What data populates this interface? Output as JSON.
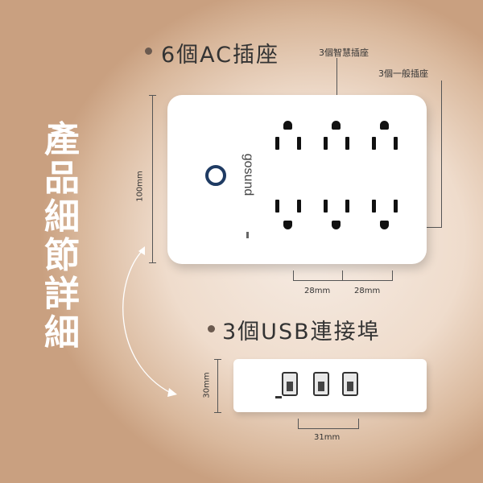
{
  "side_title": [
    "產",
    "品",
    "細",
    "節",
    "詳",
    "細"
  ],
  "features": {
    "ac_outlets": "6個AC插座",
    "usb_ports": "3個USB連接埠"
  },
  "callouts": {
    "smart": "3個智慧插座",
    "normal": "3個一般插座"
  },
  "dimensions": {
    "height": "100mm",
    "spacing_1": "28mm",
    "spacing_2": "28mm",
    "usb_height": "30mm",
    "usb_width": "31mm"
  },
  "device": {
    "brand": "gosund"
  },
  "colors": {
    "accent_ring": "#1f3b63",
    "background": "#cfa888",
    "title": "#ffffff"
  }
}
